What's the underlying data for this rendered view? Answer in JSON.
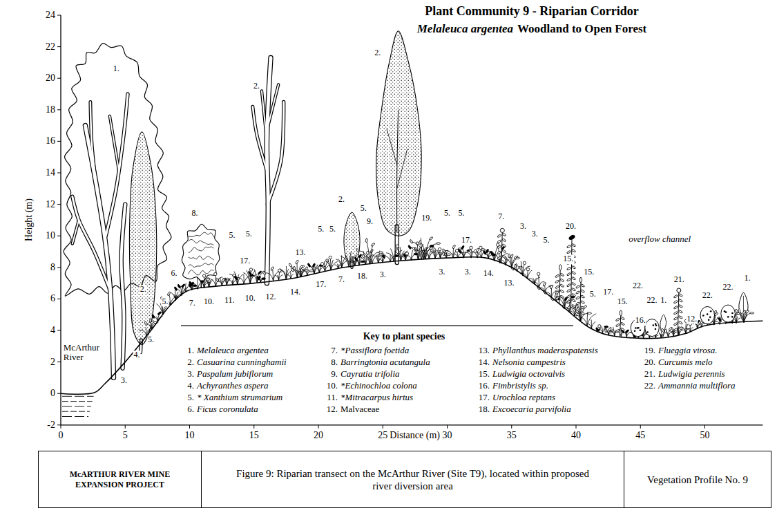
{
  "diagram": {
    "title": "Plant Community 9 - Riparian Corridor",
    "nodes": [
      {
        "text": [
          "McARTHUR RIVER MINE EXPANSION PROJECT"
        ]
      },
      {
        "text": [
          "Figure 9: Riparian transect on the McArthur River (Site T9), located within proposed river diversion area"
        ]
      },
      {
        "text": [
          "Vegetation Profile No. 9"
        ]
      }
    ],
    "labels": [
      "Melaleuca argentea",
      "Woodland to Open Forest",
      "Height (m)",
      "24",
      "22",
      "20",
      "18",
      "16",
      "14",
      "12",
      "10",
      "8",
      "6",
      "4",
      "2",
      "0",
      "-2",
      "0",
      "5",
      "10",
      "15",
      "20",
      "25",
      "30",
      "35",
      "40",
      "45",
      "50",
      "Distance (m)",
      "McArthur River",
      "overflow channel",
      "Key to plant species",
      "1.",
      "Melaleuca argentea",
      "2.",
      "Casuarina cunninghamii",
      "3.",
      "Paspalum jubiflorum",
      "4.",
      "Achyranthes aspera",
      "5.",
      "* Xanthium strumarium",
      "6.",
      "Ficus coronulata",
      "7.",
      "*Passiflora foetida",
      "8.",
      "Barringtonia acutangula",
      "9.",
      "Cayratia trifolia",
      "10.",
      "*Echinochloa colona",
      "11.",
      "*Mitracarpus hirtus",
      "12.",
      "Malvaceae",
      "13.",
      "Phyllanthus maderaspatensis",
      "14.",
      "Nelsonia campestris",
      "15.",
      "Ludwigia octovalvis",
      "16.",
      "Fimbristylis sp.",
      "17.",
      "Urochloa reptans",
      "18.",
      "Excoecaria parvifolia",
      "19.",
      "Flueggia virosa.",
      "20.",
      "Curcumis melo",
      "21.",
      "Ludwigia perennis",
      "22.",
      "Ammannia multiflora",
      "1.",
      "2.",
      "3.",
      "4.",
      "5.",
      "5.",
      "6.",
      "8.",
      "7.",
      "10.",
      "11.",
      "10.",
      "12.",
      "14.",
      "17.",
      "7.",
      "18.",
      "3.",
      "3.",
      "3.",
      "14.",
      "13.",
      "2.",
      "17.",
      "5.",
      "5.",
      "13.",
      "5.",
      "5.",
      "2.",
      "5.",
      "9.",
      "2.",
      "19.",
      "5.",
      "5.",
      "17.",
      "7.",
      "3.",
      "3.",
      "5.",
      "20.",
      "15.",
      "15.",
      "5.",
      "17.",
      "15.",
      "22.",
      "16.",
      "22.",
      "1.",
      "21.",
      "12.",
      "22.",
      "22.",
      "1."
    ]
  }
}
